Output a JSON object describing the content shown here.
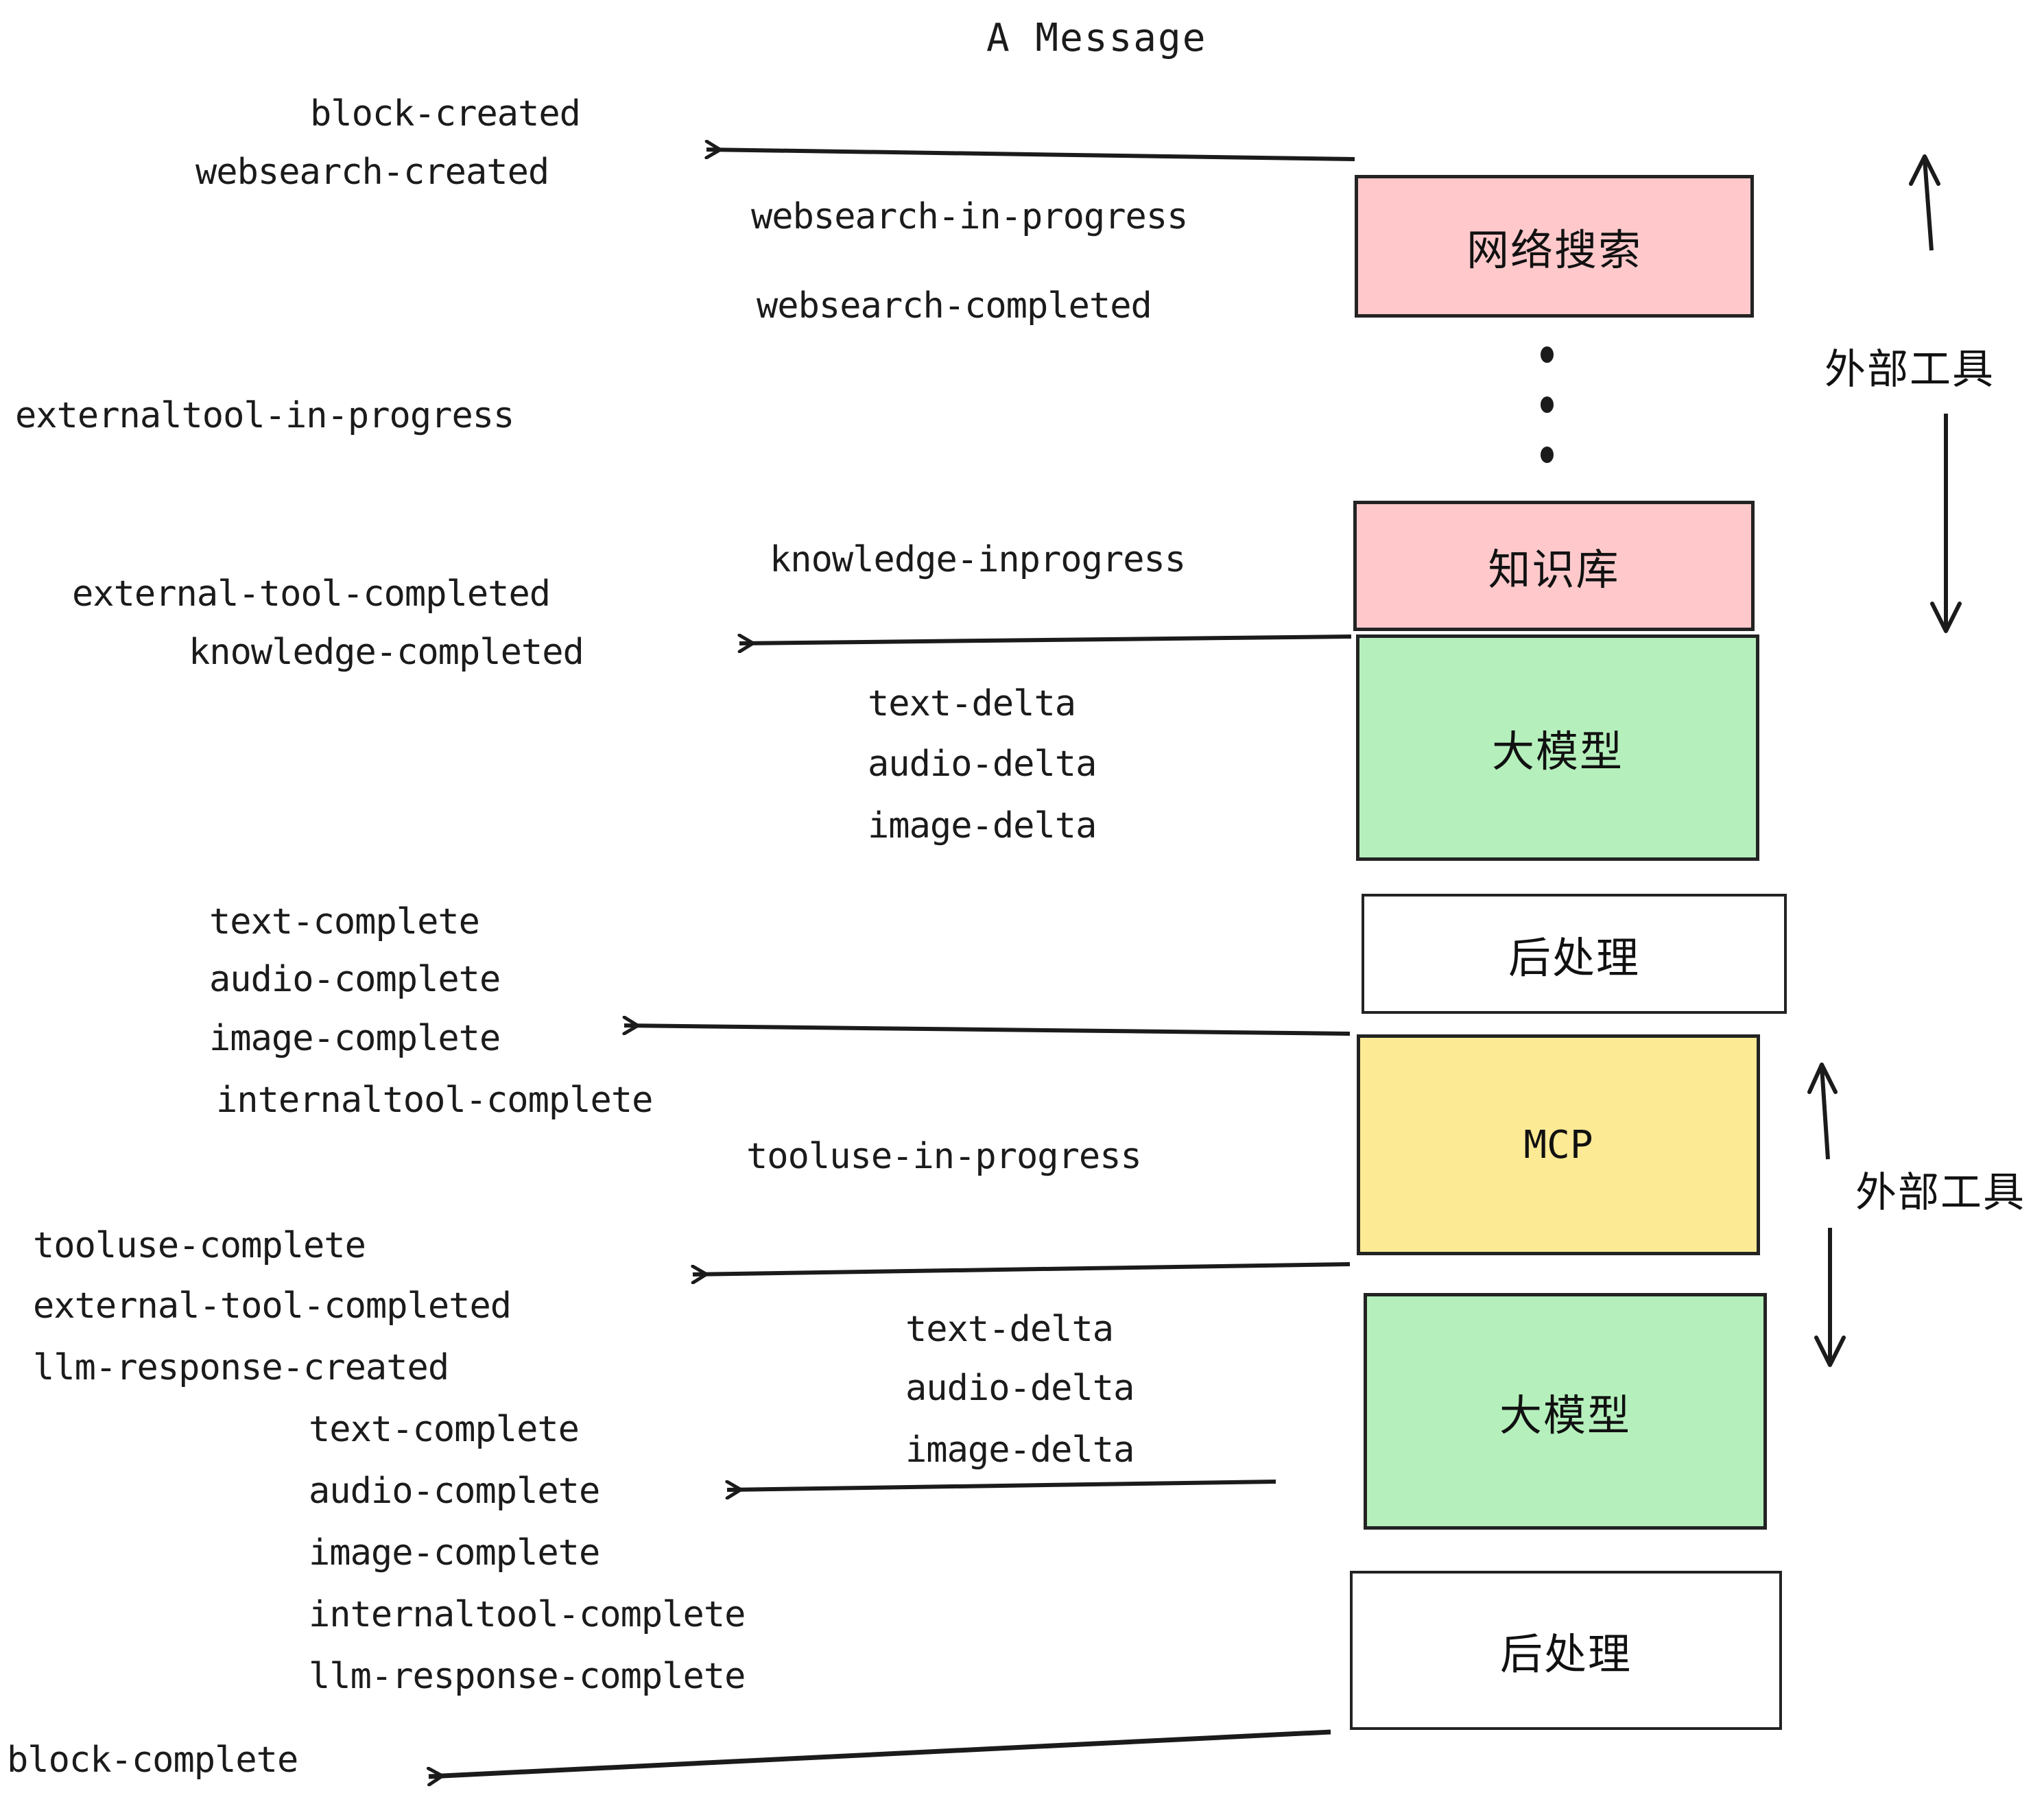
{
  "diagram": {
    "title": "A Message",
    "background": "#ffffff",
    "stroke_color": "#232323",
    "text_color": "#1b1b1b",
    "colors": {
      "pink": "#ffc9cb",
      "green": "#b5f0bc",
      "yellow": "#fcea94",
      "white": "#ffffff",
      "border": "#232323"
    }
  },
  "boxes": [
    {
      "id": "websearch",
      "label": "网络搜索",
      "fill": "pink"
    },
    {
      "id": "knowledgebase",
      "label": "知识库",
      "fill": "pink"
    },
    {
      "id": "llm-1",
      "label": "大模型",
      "fill": "green"
    },
    {
      "id": "postprocess-1",
      "label": "后处理",
      "fill": "white"
    },
    {
      "id": "mcp",
      "label": "MCP",
      "fill": "yellow"
    },
    {
      "id": "llm-2",
      "label": "大模型",
      "fill": "green"
    },
    {
      "id": "postprocess-2",
      "label": "后处理",
      "fill": "white"
    }
  ],
  "side_labels": {
    "external_tool_top": "外部工具",
    "external_tool_bottom": "外部工具"
  },
  "events": {
    "block_created": "block-created",
    "websearch_created": "websearch-created",
    "websearch_in_progress": "websearch-in-progress",
    "websearch_completed": "websearch-completed",
    "externaltool_in_progress": "externaltool-in-progress",
    "knowledge_inprogress": "knowledge-inprogress",
    "external_tool_completed_1": "external-tool-completed",
    "knowledge_completed": "knowledge-completed",
    "text_delta_1": "text-delta",
    "audio_delta_1": "audio-delta",
    "image_delta_1": "image-delta",
    "text_complete_1": "text-complete",
    "audio_complete_1": "audio-complete",
    "image_complete_1": "image-complete",
    "internaltool_complete_1": "internaltool-complete",
    "tooluse_in_progress": "tooluse-in-progress",
    "tooluse_complete": "tooluse-complete",
    "external_tool_completed_2": "external-tool-completed",
    "llm_response_created": "llm-response-created",
    "text_delta_2": "text-delta",
    "audio_delta_2": "audio-delta",
    "image_delta_2": "image-delta",
    "text_complete_2": "text-complete",
    "audio_complete_2": "audio-complete",
    "image_complete_2": "image-complete",
    "internaltool_complete_2": "internaltool-complete",
    "llm_response_complete": "llm-response-complete",
    "block_complete": "block-complete"
  }
}
